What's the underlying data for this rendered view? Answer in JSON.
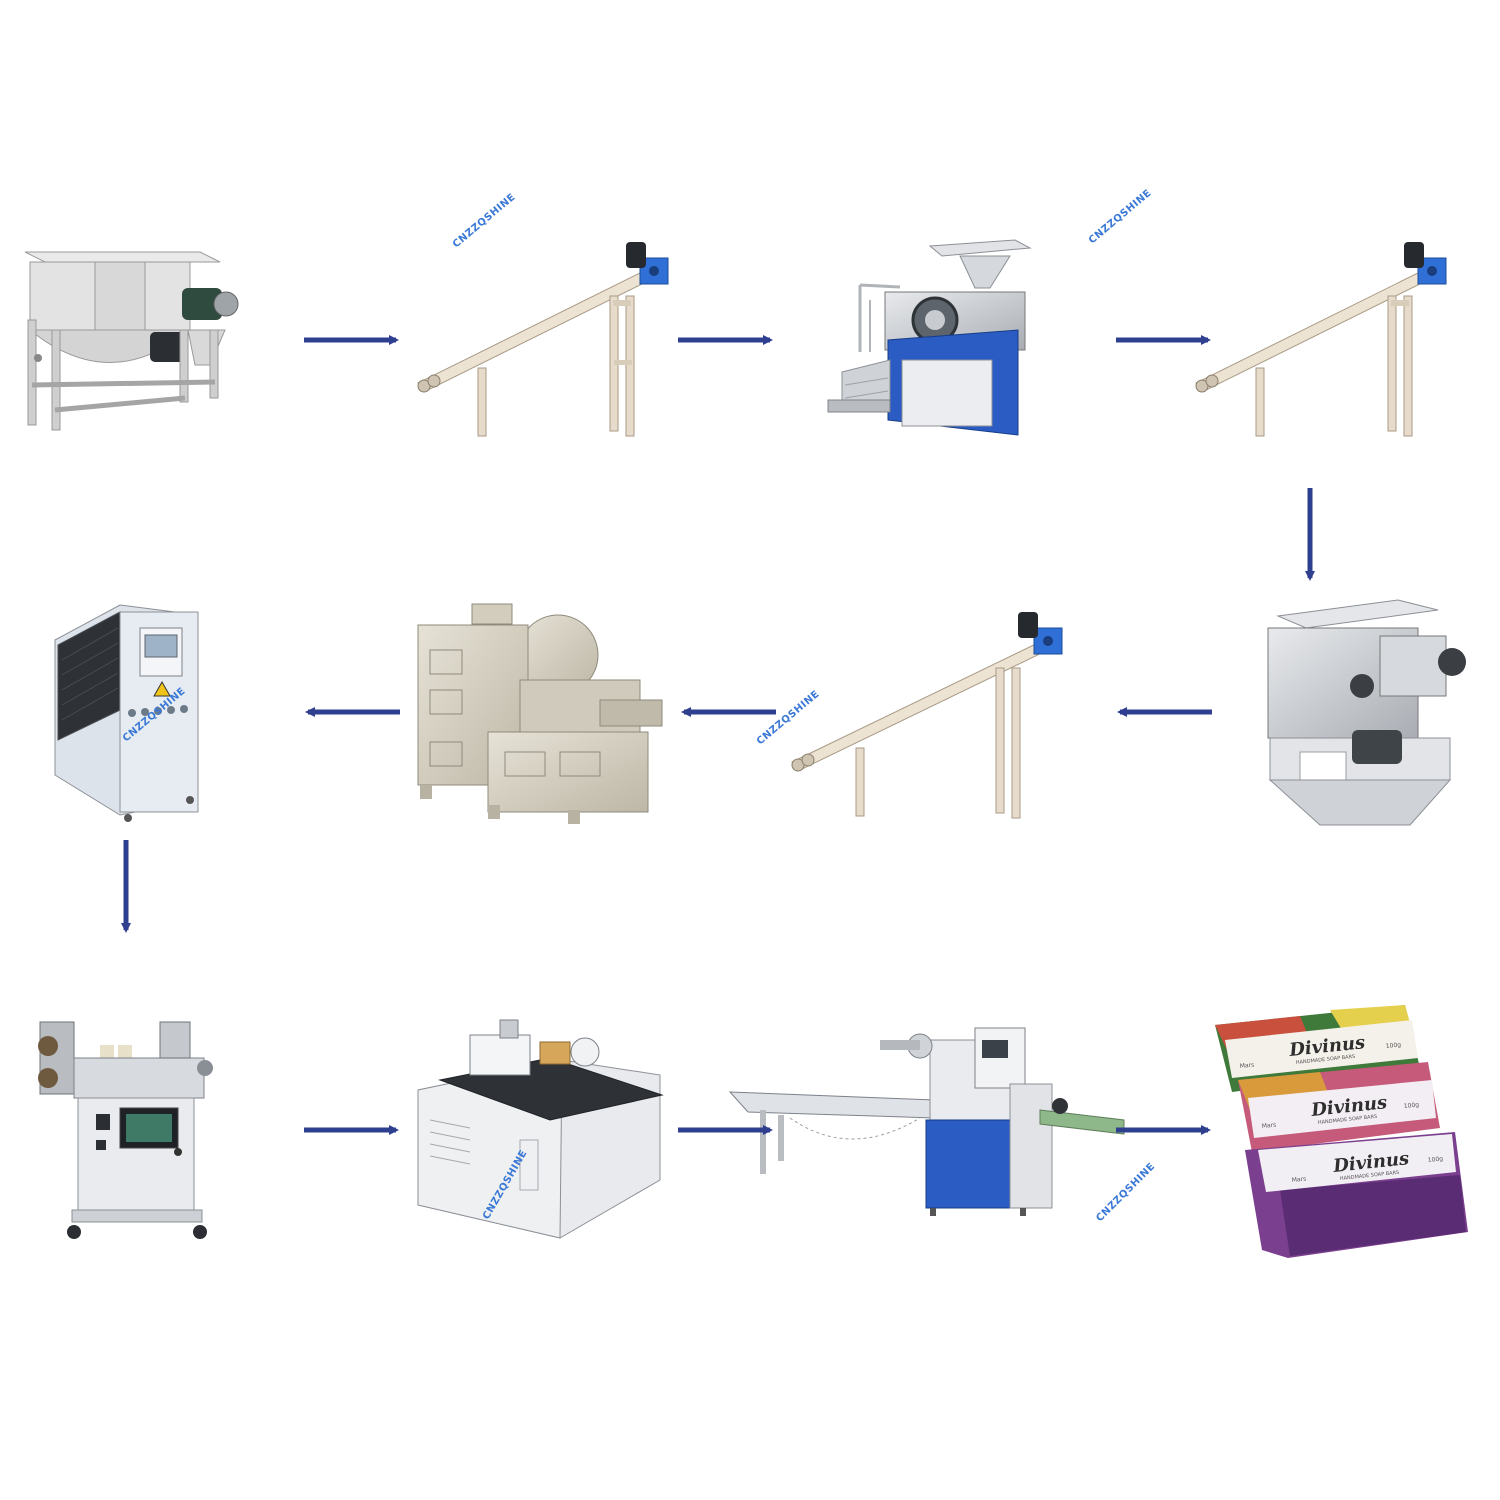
{
  "watermark": "CNZZQSHINE",
  "product": {
    "brand": "Divinus",
    "subtitle": "HANDMADE SOAP BARS",
    "variant": "Mars",
    "weight": "100g"
  },
  "colors": {
    "arrow": "#2e3f8f",
    "accent_blue": "#2a63c9",
    "machine_beige": "#d8d3c4",
    "steel": "#c9ccd1"
  },
  "flow": {
    "direction": "serpentine",
    "rows": [
      [
        "mixer",
        "inclined-conveyor",
        "refiner-plodder",
        "inclined-conveyor"
      ],
      [
        "three-roll-mill",
        "inclined-conveyor",
        "vacuum-plodder",
        "water-chiller"
      ],
      [
        "cutting-machine",
        "stamping-machine",
        "flow-wrap-packer",
        "packaged-soap"
      ]
    ]
  }
}
